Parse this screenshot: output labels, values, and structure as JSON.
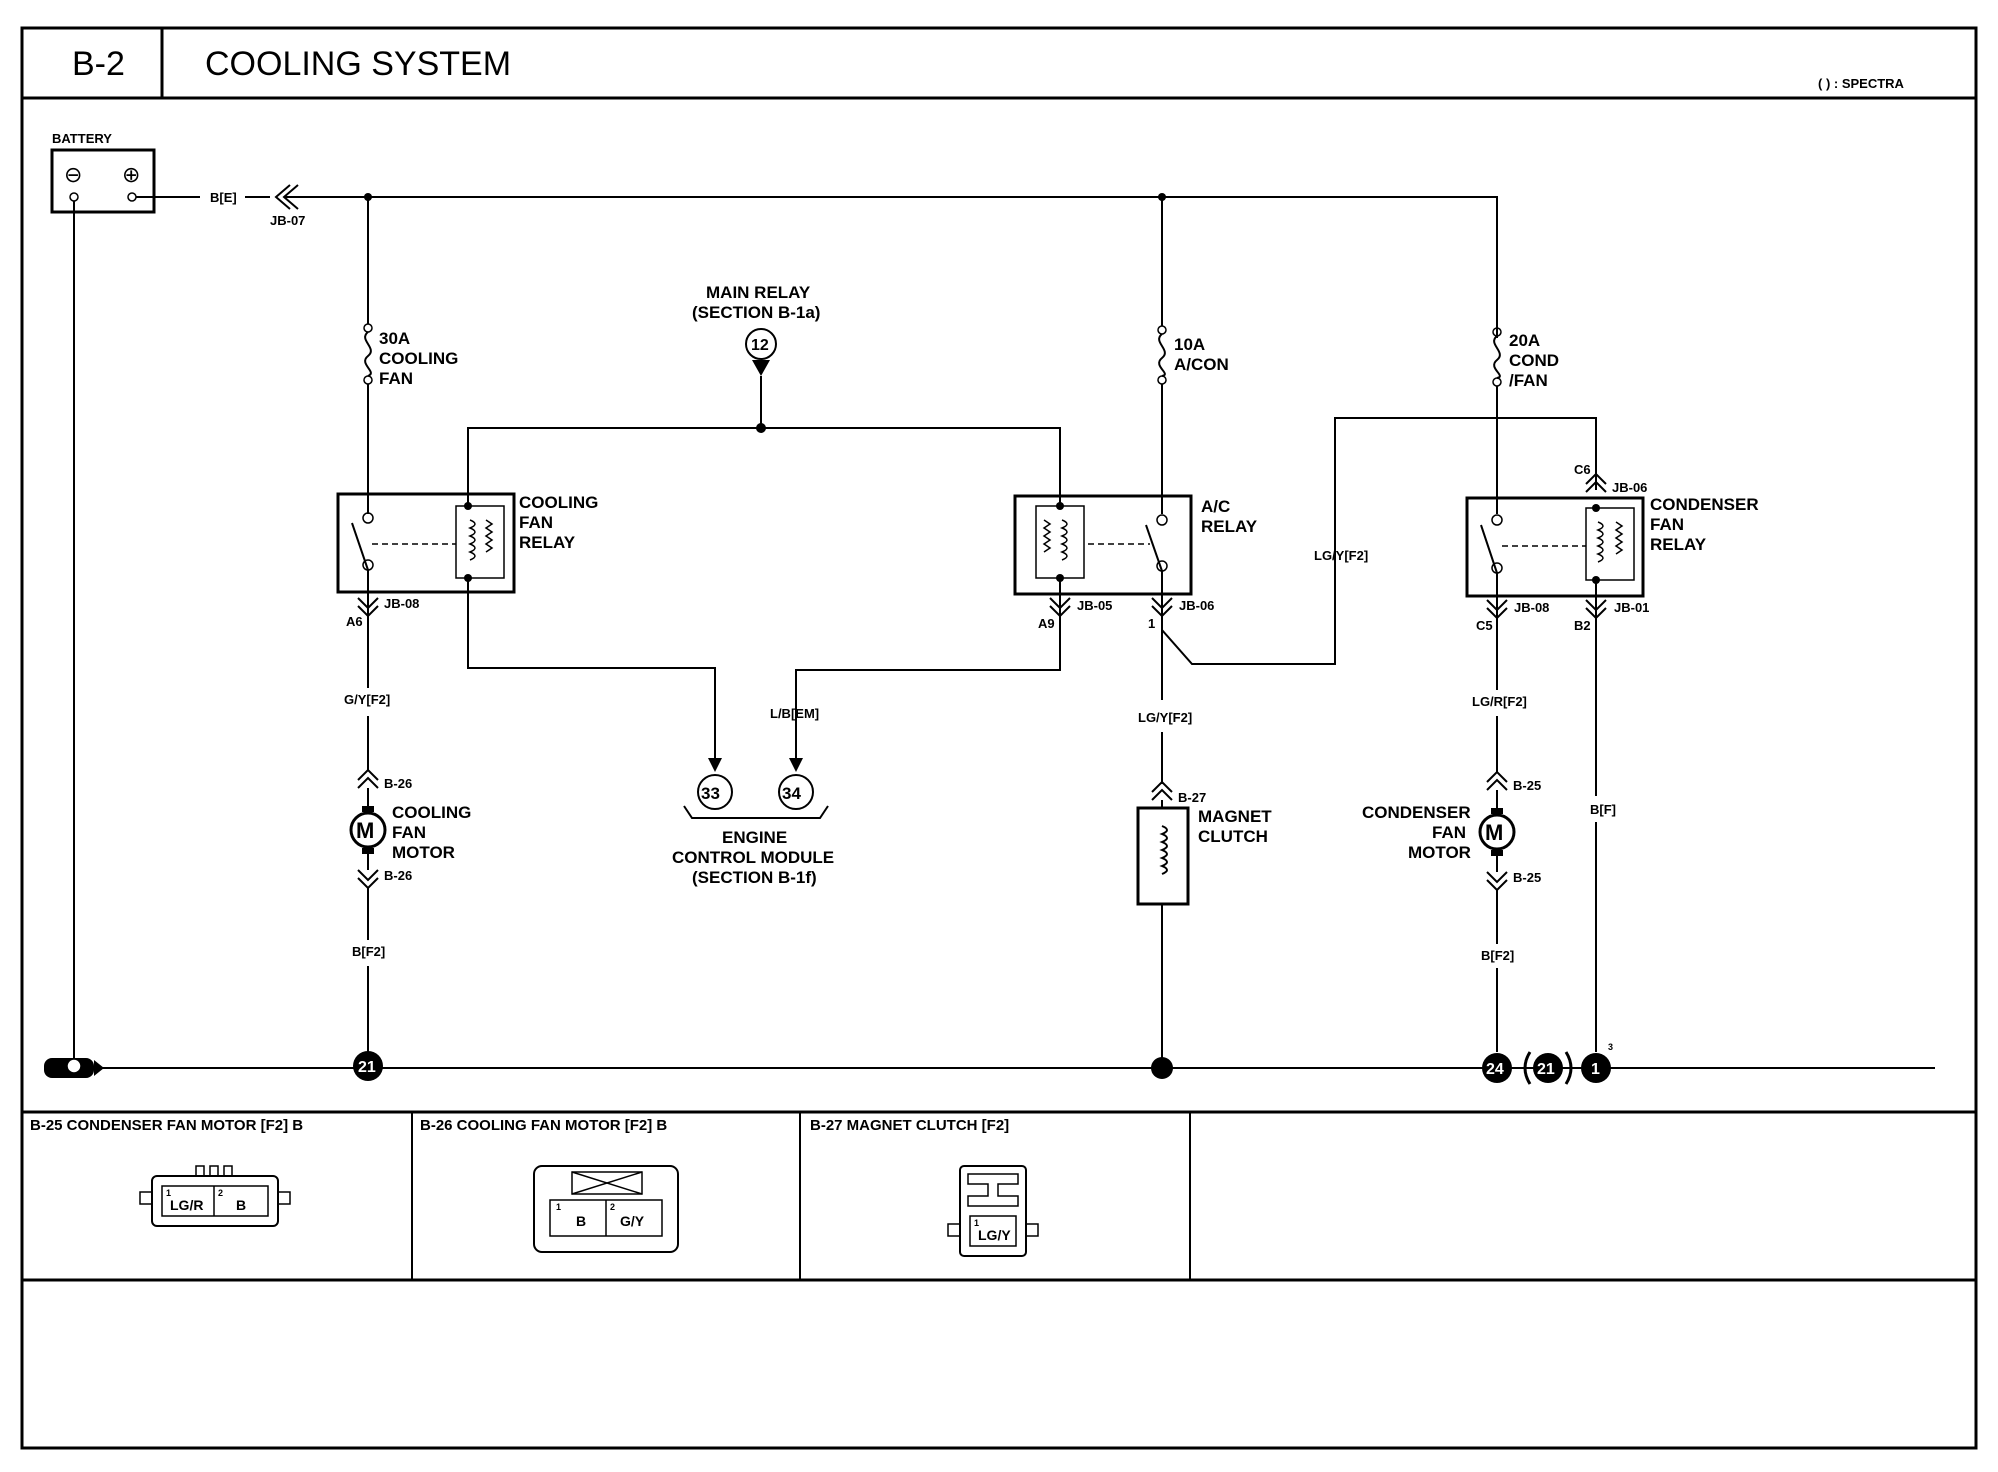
{
  "header": {
    "code": "B-2",
    "title": "COOLING SYSTEM",
    "note": "(      ) : SPECTRA"
  },
  "battery": {
    "label": "BATTERY",
    "wire": "B[E]",
    "junction": "JB-07"
  },
  "cooling_fan": {
    "fuse": [
      "30A",
      "COOLING",
      "FAN"
    ],
    "relay": [
      "COOLING",
      "FAN",
      "RELAY"
    ],
    "relay_pin": "A6",
    "relay_jb": "JB-08",
    "wire_out": "G/Y[F2]",
    "motor_conn_top": "B-26",
    "motor": [
      "COOLING",
      "FAN",
      "MOTOR"
    ],
    "motor_conn_bottom": "B-26",
    "wire_ground": "B[F2]",
    "ground_ref": "21"
  },
  "main_relay": {
    "lines": [
      "MAIN RELAY",
      "(SECTION B-1a)"
    ],
    "ref": "12"
  },
  "ecm": {
    "wire": "L/B[EM]",
    "pins": [
      "33",
      "34"
    ],
    "lines": [
      "ENGINE",
      "CONTROL MODULE",
      "(SECTION B-1f)"
    ]
  },
  "ac": {
    "fuse": [
      "10A",
      "A/CON"
    ],
    "relay": [
      "A/C",
      "RELAY"
    ],
    "relay_pin_left": "A9",
    "relay_jb_left": "JB-05",
    "relay_pin_right": "1",
    "relay_jb_right": "JB-06",
    "wire_out": "LG/Y[F2]",
    "wire_cross": "LG/Y[F2]",
    "clutch_conn": "B-27",
    "clutch": [
      "MAGNET",
      "CLUTCH"
    ]
  },
  "condenser": {
    "fuse": [
      "20A",
      "COND",
      "/FAN"
    ],
    "relay": [
      "CONDENSER",
      "FAN",
      "RELAY"
    ],
    "relay_top_pin": "C6",
    "relay_top_jb": "JB-06",
    "relay_pin_left": "C5",
    "relay_jb_left": "JB-08",
    "relay_pin_right": "B2",
    "relay_jb_right": "JB-01",
    "wire_out": "LG/R[F2]",
    "wire_right": "B[F]",
    "motor_conn_top": "B-25",
    "motor": [
      "CONDENSER",
      "FAN",
      "MOTOR"
    ],
    "motor_conn_bottom": "B-25",
    "wire_ground": "B[F2]",
    "ground_refs": [
      "24",
      "21",
      "1"
    ],
    "ground_pin": "3"
  },
  "motor_symbol": "M",
  "battery_symbols": {
    "neg": "⊖",
    "pos": "⊕"
  },
  "connectors": [
    {
      "title": "B-25 CONDENSER FAN MOTOR [F2] B",
      "pins": [
        {
          "no": "1",
          "label": "LG/R"
        },
        {
          "no": "2",
          "label": "B"
        }
      ]
    },
    {
      "title": "B-26 COOLING FAN MOTOR [F2] B",
      "pins": [
        {
          "no": "1",
          "label": "B"
        },
        {
          "no": "2",
          "label": "G/Y"
        }
      ]
    },
    {
      "title": "B-27 MAGNET CLUTCH [F2]",
      "pins": [
        {
          "no": "1",
          "label": "LG/Y"
        }
      ]
    }
  ]
}
